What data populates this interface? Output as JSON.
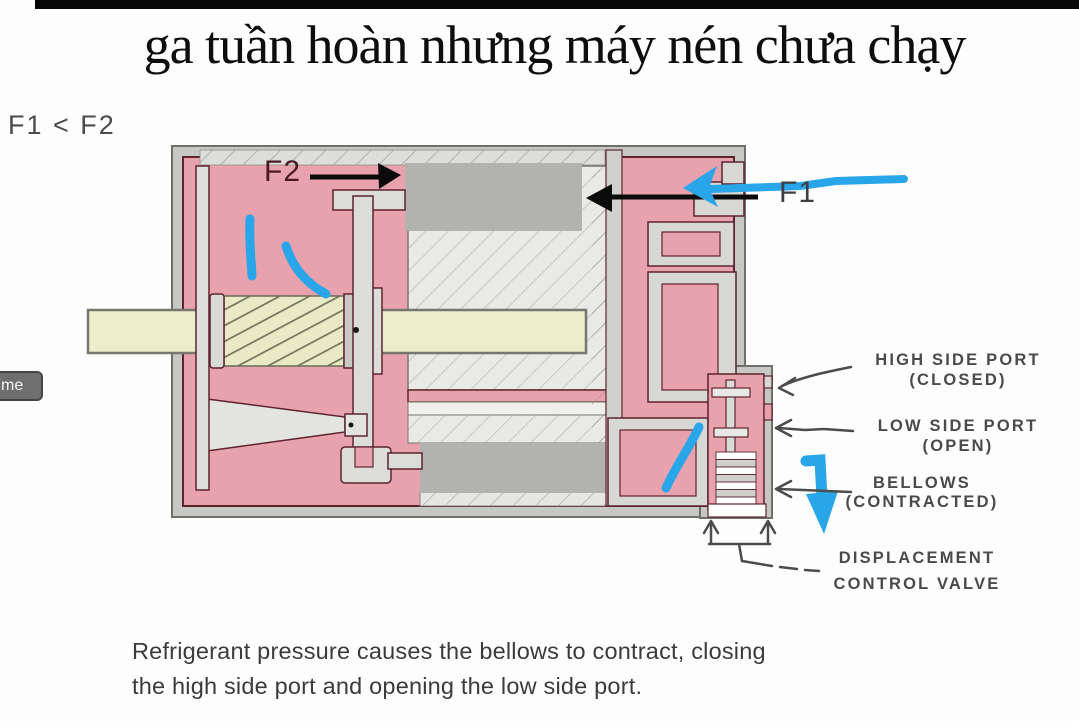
{
  "page": {
    "title": "ga tuần hoàn nhưng máy nén chưa chạy",
    "condition_label": "F1 < F2",
    "overlay_badge": "me"
  },
  "diagram": {
    "force_labels": {
      "f2": "F2",
      "f1": "F1"
    },
    "callouts": [
      {
        "line1": "HIGH SIDE PORT",
        "line2": "(CLOSED)"
      },
      {
        "line1": "LOW SIDE PORT",
        "line2": "(OPEN)"
      },
      {
        "line1": "BELLOWS",
        "line2": "(CONTRACTED)"
      },
      {
        "line1": "DISPLACEMENT",
        "line2": "CONTROL VALVE"
      }
    ],
    "colors": {
      "housing_pink": "#e8a2ad",
      "outline_maroon": "#5c2330",
      "shell_gray": "#c7c7c3",
      "piston_gray": "#b2b2ae",
      "shaft_cream": "#ecedca",
      "annotation_blue": "#29a5e9",
      "annotation_gray": "#4c4c4c"
    }
  },
  "caption": {
    "line1": "Refrigerant pressure causes the bellows to contract, closing",
    "line2": "the high side port and opening the low side port."
  }
}
